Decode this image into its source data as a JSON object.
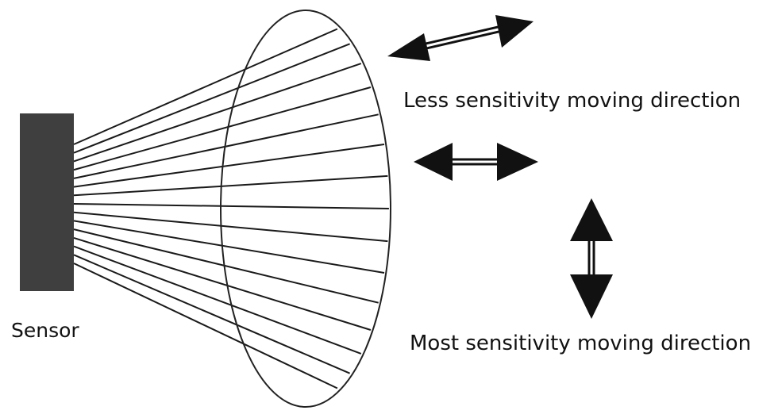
{
  "labels": {
    "sensor": "Sensor",
    "less": "Less sensitivity moving direction",
    "most": "Most sensitivity moving direction"
  },
  "colors": {
    "sensor_fill": "#3f3f3f",
    "line": "#1a1a1a",
    "background": "#ffffff"
  },
  "icons": [
    "double-arrow-diagonal-icon",
    "double-arrow-horizontal-icon",
    "double-arrow-vertical-icon"
  ]
}
